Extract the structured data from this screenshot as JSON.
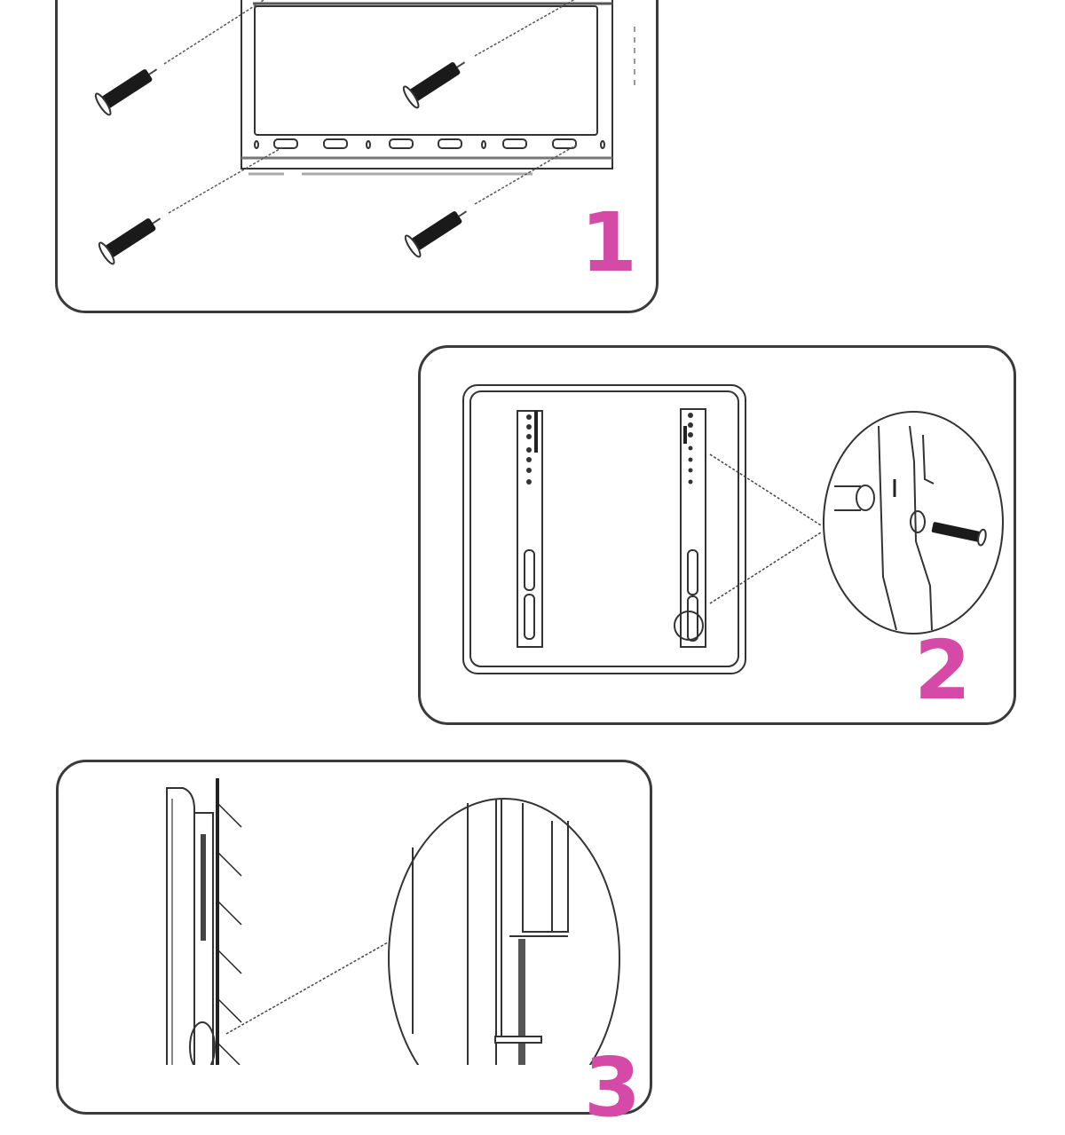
{
  "diagram": {
    "subject": "TV wall mount installation instructions",
    "accent_color": "#d44aa6",
    "line_color": "#2a2a2a",
    "steps": [
      {
        "number": "1",
        "description": "Wall plate with four wall anchor screws inserted through mounting slots"
      },
      {
        "number": "2",
        "description": "Two vertical brackets attached to TV back, magnified detail of bolt and spacer"
      },
      {
        "number": "3",
        "description": "Side view of TV hung on wall plate, magnified detail of locking screw"
      }
    ]
  }
}
